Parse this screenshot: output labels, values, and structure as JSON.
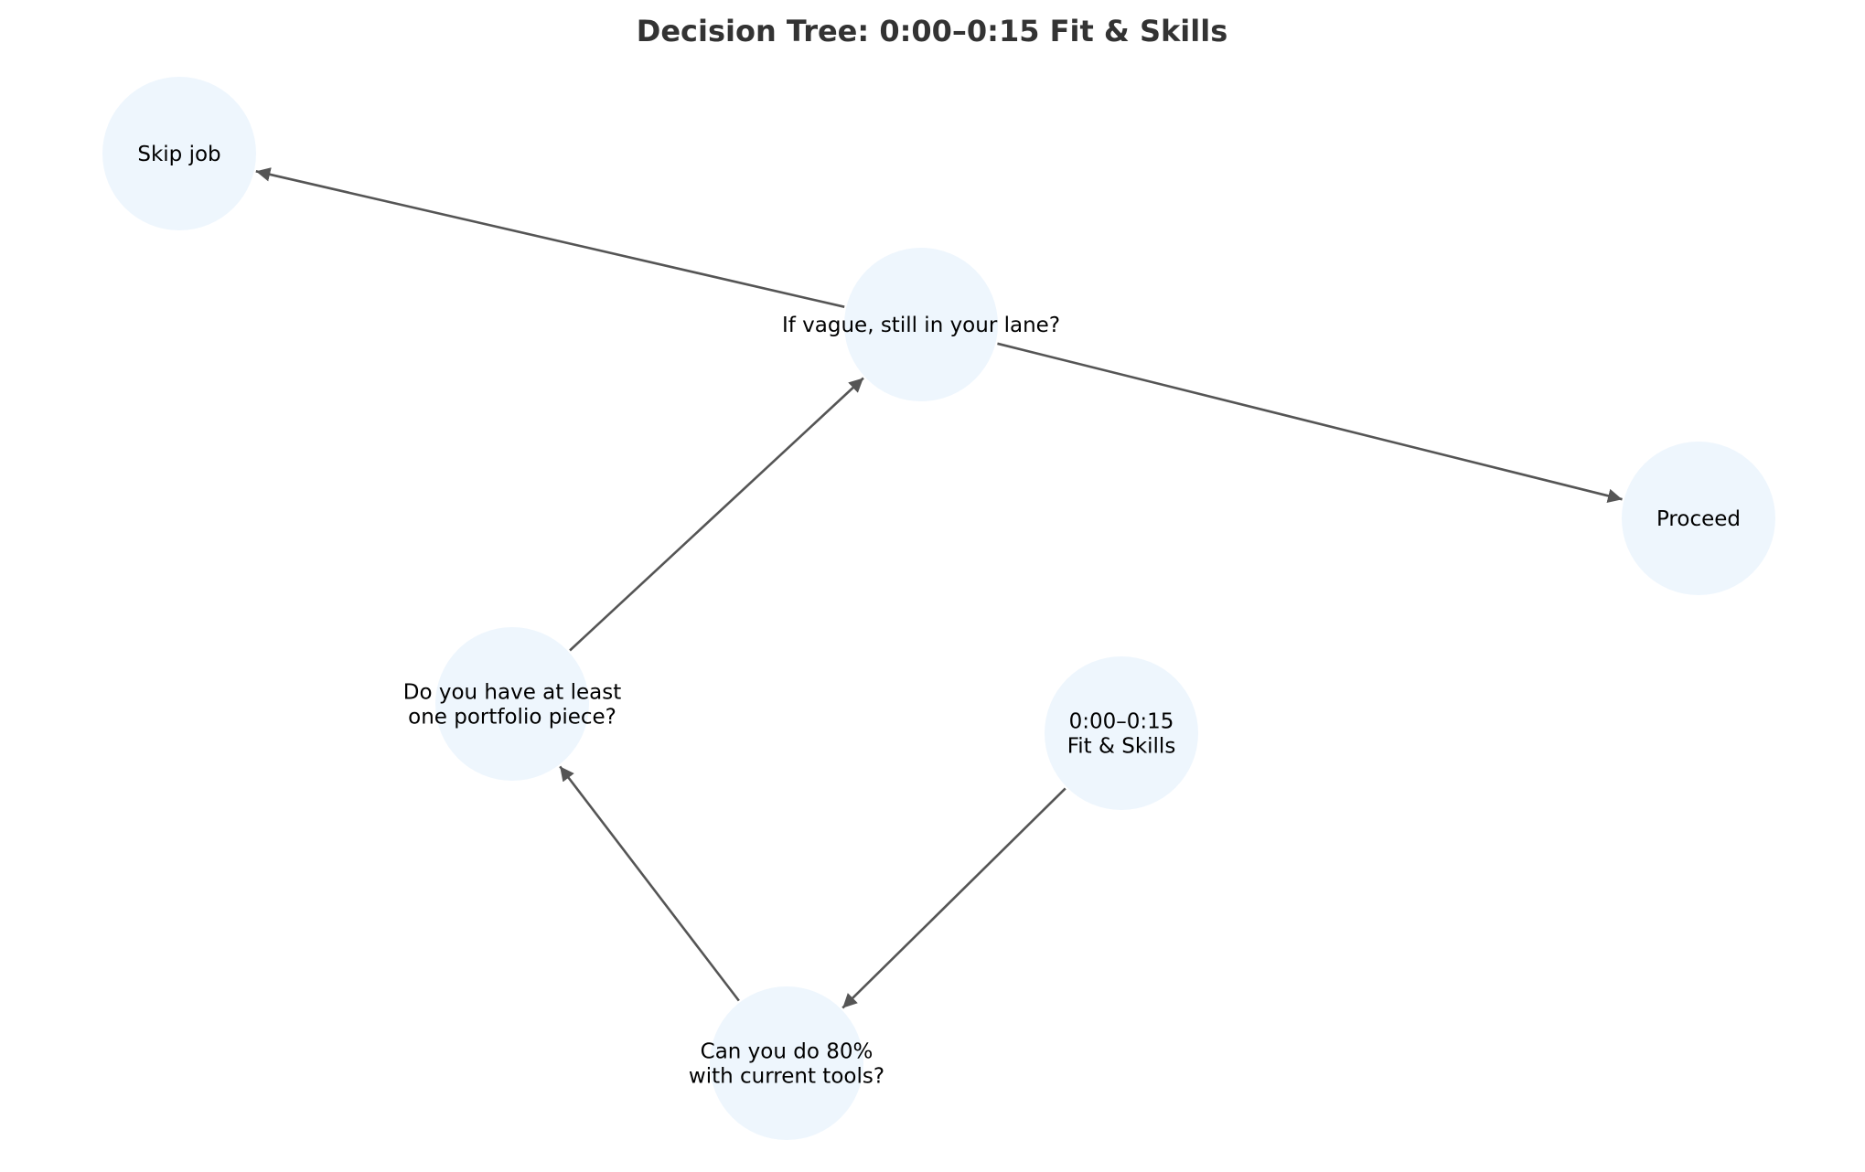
{
  "title": "Decision Tree: 0:00–0:15 Fit & Skills",
  "colors": {
    "node_fill": "#eef6fd",
    "edge": "#555555",
    "title": "#333333",
    "label": "#000000",
    "background": "#ffffff"
  },
  "nodes": [
    {
      "id": "start",
      "lines": [
        "0:00–0:15",
        "Fit & Skills"
      ]
    },
    {
      "id": "tools",
      "lines": [
        "Can you do 80%",
        "with current tools?"
      ]
    },
    {
      "id": "portfolio",
      "lines": [
        "Do you have at least",
        "one portfolio piece?"
      ]
    },
    {
      "id": "lane",
      "lines": [
        "If vague, still in your lane?"
      ]
    },
    {
      "id": "skip",
      "lines": [
        "Skip job"
      ]
    },
    {
      "id": "proceed",
      "lines": [
        "Proceed"
      ]
    }
  ],
  "edges": [
    {
      "from": "start",
      "to": "tools"
    },
    {
      "from": "tools",
      "to": "portfolio"
    },
    {
      "from": "portfolio",
      "to": "lane"
    },
    {
      "from": "lane",
      "to": "skip"
    },
    {
      "from": "lane",
      "to": "proceed"
    }
  ]
}
